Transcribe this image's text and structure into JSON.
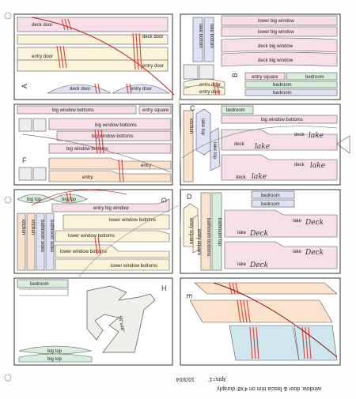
{
  "footer": {
    "title": "window, door & fascia trim on 4'x8' duraply",
    "scale": "3pts=1'",
    "date": "10/3/04"
  },
  "panels": {
    "A": {
      "letter": "A",
      "pieces": [
        "deck door",
        "deck door",
        "entry door",
        "entry door",
        "deck door",
        "entry door"
      ]
    },
    "B": {
      "letter": "B",
      "pieces": [
        "lower big window",
        "lower big window",
        "deck big window",
        "deck big window",
        "lake bottom",
        "lake bottom",
        "entry square",
        "bedroom",
        "entry door",
        "entry door",
        "bedroom",
        "bedroom"
      ]
    },
    "F": {
      "letter": "F",
      "pieces": [
        "big window bottoms",
        "entry square",
        "big window bottoms",
        "big window bottoms",
        "big window bottoms",
        "entry",
        "entry"
      ]
    },
    "C": {
      "letter": "C",
      "pieces": [
        "bedroom",
        "big window bottoms",
        "lake top",
        "lake top",
        "kitchen",
        "deck",
        "deck",
        "deck",
        "deck"
      ],
      "handwritten": [
        "lake",
        "lake",
        "lake",
        "lake"
      ]
    },
    "G": {
      "letter": "G",
      "pieces": [
        "big top",
        "big top",
        "entry big window",
        "lower window bottoms",
        "lower window bottoms",
        "lower window bottoms",
        "lower window bottoms",
        "bathroom sides",
        "bathroom sides",
        "kitchen",
        "kitchen"
      ]
    },
    "D": {
      "letter": "D",
      "pieces": [
        "bedroom",
        "bedroom",
        "bathroom bottoms",
        "bathroom top",
        "entry square",
        "entry square",
        "lake",
        "lake",
        "lake",
        "lake"
      ],
      "handwritten": [
        "Deck",
        "Deck",
        "Deck",
        "Deck"
      ]
    },
    "H": {
      "letter": "H",
      "pieces": [
        "bedroom",
        "big top",
        "big top"
      ],
      "dimension": "56\"x48\""
    },
    "E": {
      "letter": "E"
    }
  }
}
